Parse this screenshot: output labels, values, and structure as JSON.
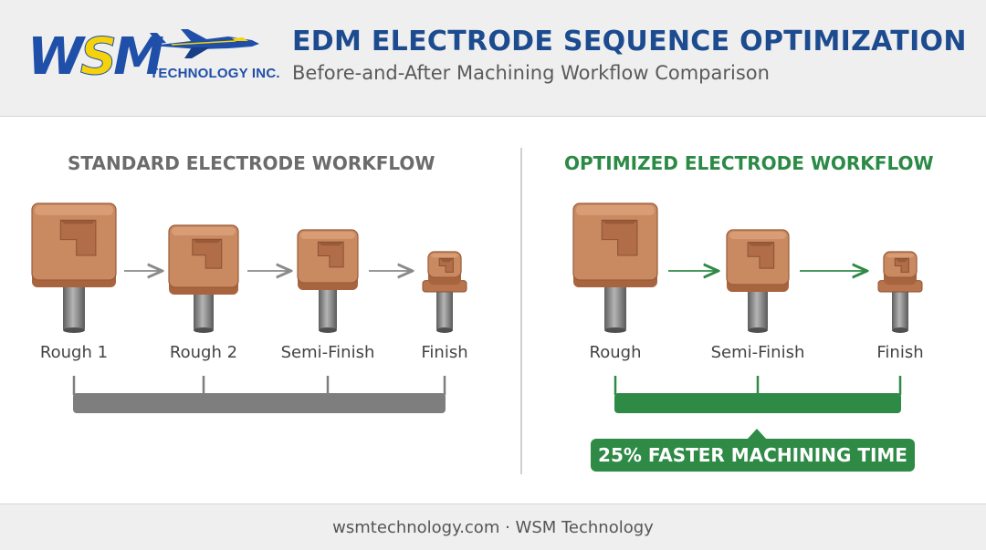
{
  "brand": {
    "logo_letters": "WSM",
    "logo_subtitle": "TECHNOLOGY INC."
  },
  "header": {
    "title": "EDM ELECTRODE SEQUENCE OPTIMIZATION",
    "subtitle": "Before-and-After Machining Workflow Comparison"
  },
  "standard": {
    "title": "STANDARD ELECTRODE WORKFLOW",
    "stages": [
      "Rough 1",
      "Rough 2",
      "Semi-Finish",
      "Finish"
    ]
  },
  "optimized": {
    "title": "OPTIMIZED ELECTRODE WORKFLOW",
    "stages": [
      "Rough",
      "Semi-Finish",
      "Finish"
    ],
    "badge": "25% FASTER MACHINING TIME"
  },
  "footer": {
    "text": "wsmtechnology.com · WSM Technology"
  },
  "colors": {
    "header_blue": "#1c4b8f",
    "optimized_green": "#2f8a46",
    "standard_gray": "#6b6b6b",
    "copper": "#c98a62"
  },
  "icons": [
    "jet-icon",
    "electrode-icon",
    "arrow-right-icon"
  ]
}
